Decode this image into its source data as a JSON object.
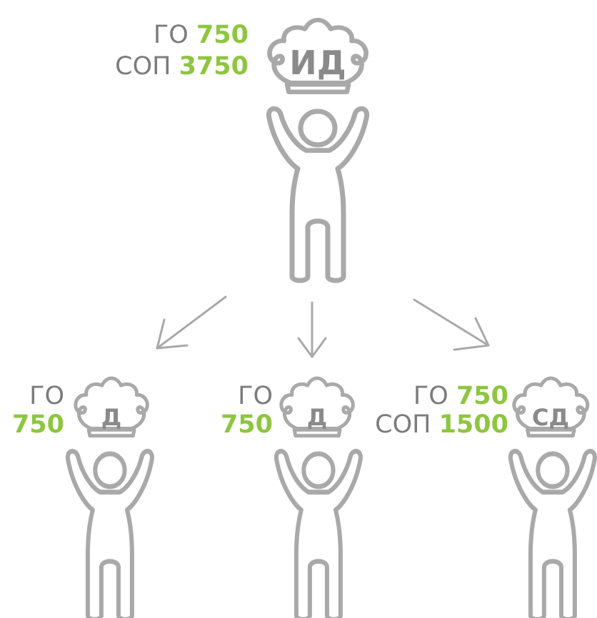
{
  "colors": {
    "stroke": "#a9a9a9",
    "label_gray": "#7c7c7c",
    "value_green": "#8dc63f"
  },
  "icons": [
    "crown-icon",
    "person-icon",
    "arrow-icon"
  ],
  "nodes": {
    "top": {
      "crown": "ИД",
      "go_label": "ГО",
      "go_value": "750",
      "sop_label": "СОП",
      "sop_value": "3750"
    },
    "left": {
      "crown": "Д",
      "go_label": "ГО",
      "go_value": "750"
    },
    "middle": {
      "crown": "Д",
      "go_label": "ГО",
      "go_value": "750"
    },
    "right": {
      "crown": "СД",
      "go_label": "ГО",
      "go_value": "750",
      "sop_label": "СОП",
      "sop_value": "1500"
    }
  }
}
